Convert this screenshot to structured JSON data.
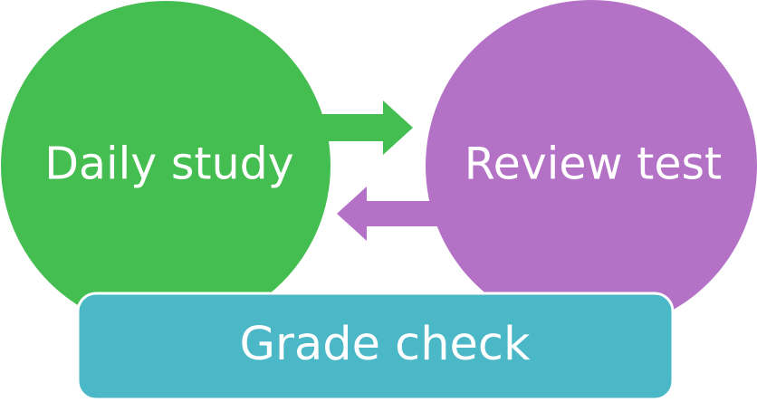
{
  "diagram": {
    "nodes": {
      "daily_study": {
        "label": "Daily study",
        "color": "#44be50"
      },
      "review_test": {
        "label": "Review test",
        "color": "#b472c7"
      },
      "grade_check": {
        "label": "Grade check",
        "color": "#4bb8c8"
      }
    },
    "edges": [
      {
        "from": "daily_study",
        "to": "review_test",
        "color": "#44be50"
      },
      {
        "from": "review_test",
        "to": "daily_study",
        "color": "#b472c7"
      }
    ]
  }
}
